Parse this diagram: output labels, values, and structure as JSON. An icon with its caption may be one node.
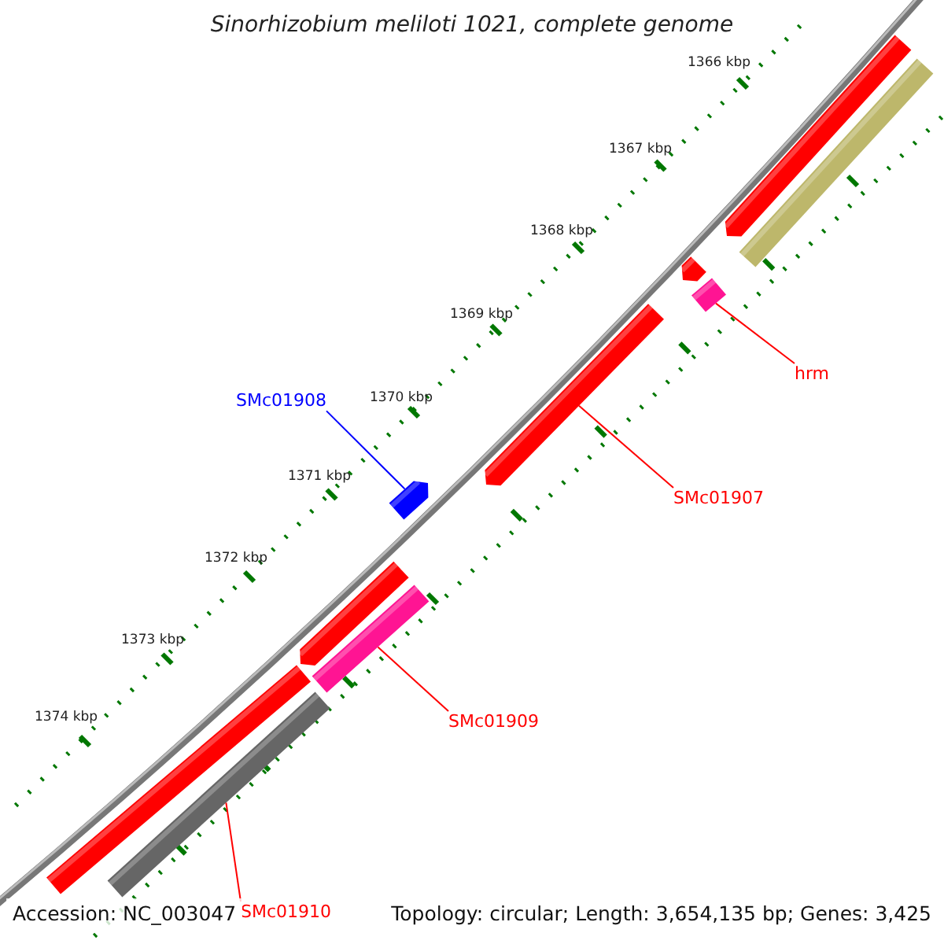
{
  "diagram": {
    "title": "Sinorhizobium meliloti 1021, complete genome",
    "nodes": [
      {
        "text": [
          "hrm"
        ]
      },
      {
        "text": [
          "SMc01908"
        ]
      },
      {
        "text": [
          "SMc01907"
        ]
      },
      {
        "text": [
          "SMc01909"
        ]
      },
      {
        "text": [
          "SMc01910"
        ]
      },
      {
        "text": [],
        "shape": "arrow"
      },
      {
        "text": [],
        "shape": "bar"
      },
      {
        "text": [],
        "shape": "arrow"
      },
      {
        "text": [],
        "shape": "bar"
      },
      {
        "text": [],
        "shape": "arrow"
      },
      {
        "text": [],
        "shape": "arrow"
      },
      {
        "text": [],
        "shape": "arrow"
      },
      {
        "text": [],
        "shape": "bar"
      },
      {
        "text": [],
        "shape": "bar"
      },
      {
        "text": [],
        "shape": "bar"
      }
    ],
    "edges": [
      {
        "from": 0,
        "to": 8,
        "arrow": "none"
      },
      {
        "from": 1,
        "to": 10,
        "arrow": "none",
        "color": "#0000ff"
      },
      {
        "from": 2,
        "to": 9,
        "arrow": "none"
      },
      {
        "from": 3,
        "to": 12,
        "arrow": "none"
      },
      {
        "from": 4,
        "to": 14,
        "arrow": "none"
      }
    ],
    "labels": [
      "1366 kbp",
      "1367 kbp",
      "1368 kbp",
      "1369 kbp",
      "1370 kbp",
      "1371 kbp",
      "1372 kbp",
      "1373 kbp",
      "1374 kbp",
      "Accession: NC_003047",
      "Topology: circular; Length: 3,654,135 bp; Genes: 3,425"
    ]
  }
}
